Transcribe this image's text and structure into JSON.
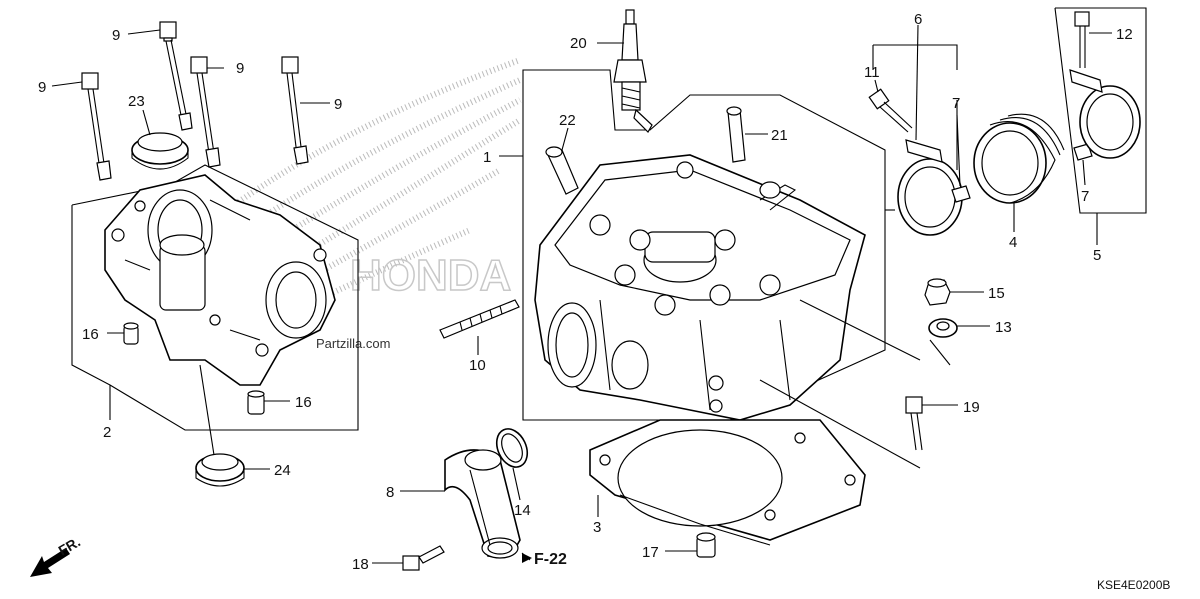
{
  "diagram": {
    "callouts": {
      "c1": "1",
      "c2": "2",
      "c3": "3",
      "c4": "4",
      "c5": "5",
      "c6": "6",
      "c7a": "7",
      "c7b": "7",
      "c8": "8",
      "c9a": "9",
      "c9b": "9",
      "c9c": "9",
      "c9d": "9",
      "c10": "10",
      "c11": "11",
      "c12": "12",
      "c13": "13",
      "c14": "14",
      "c15": "15",
      "c16a": "16",
      "c16b": "16",
      "c17": "17",
      "c18": "18",
      "c19": "19",
      "c20": "20",
      "c21": "21",
      "c22": "22",
      "c23": "23",
      "c24": "24"
    },
    "reference": "F-22",
    "direction_label": "FR.",
    "diagram_code": "KSE4E0200B",
    "watermark_text": "Partzilla.com",
    "watermark_logo_text": "HONDA"
  }
}
